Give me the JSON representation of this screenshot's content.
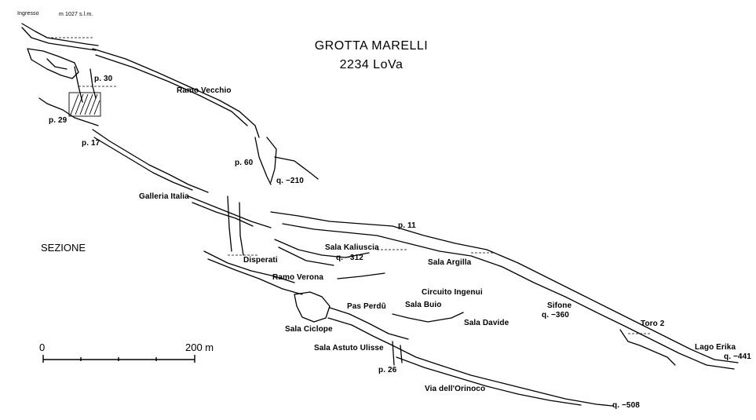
{
  "header": {
    "entrance": "Ingresso",
    "altitude": "m 1027 s.l.m.",
    "title": "GROTTA  MARELLI",
    "cadastre": "2234  LoVa",
    "view": "SEZIONE"
  },
  "labels": {
    "p30": "p. 30",
    "p29": "p. 29",
    "p17": "p. 17",
    "ramo_vecchio": "Ramo Vecchio",
    "p60": "p. 60",
    "q210": "q. −210",
    "galleria_italia": "Galleria Italia",
    "p11": "p. 11",
    "sala_kaliuscia": "Sala Kaliuscia",
    "q312": "q. −312",
    "sala_argilla": "Sala Argilla",
    "disperati": "Disperati",
    "ramo_verona": "Ramo Verona",
    "circuito_ingenui": "Circuito Ingenui",
    "pas_perdu": "Pas Perdû",
    "sala_buio": "Sala Buio",
    "sifone": "Sifone",
    "q360": "q. −360",
    "sala_davide": "Sala Davide",
    "toro_2": "Toro 2",
    "sala_ciclope": "Sala Ciclope",
    "sala_astuto_ulisse": "Sala Astuto Ulisse",
    "lago_erika": "Lago Erika",
    "q441": "q. −441",
    "p26": "p. 26",
    "via_orinoco": "Via dell'Orinoco",
    "q508": "q. −508"
  },
  "scale": {
    "start": "0",
    "end": "200 m"
  }
}
